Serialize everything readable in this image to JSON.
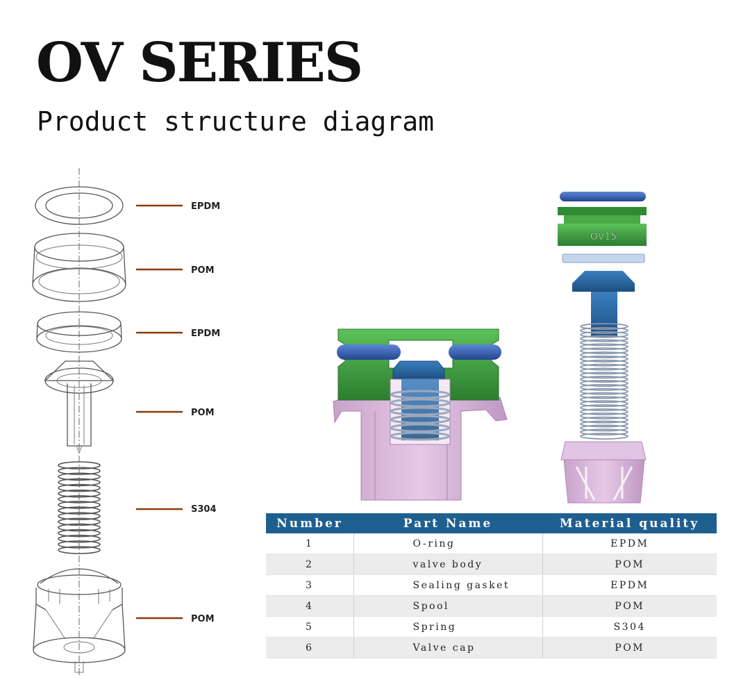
{
  "header": {
    "title": "OV SERIES",
    "subtitle": "Product structure diagram"
  },
  "exploded_view": {
    "callouts": [
      "EPDM",
      "POM",
      "EPDM",
      "POM",
      "S304",
      "POM"
    ]
  },
  "model_label": "OV15",
  "colors": {
    "table_header": "#1f5f8f",
    "oring_blue": "#2f5aa8",
    "body_green": "#3e9a3a",
    "cap_pink": "#d9b3da",
    "spool_blue": "#2a6fa2",
    "callout_line": "#8a3a10"
  },
  "table": {
    "headers": [
      "Number",
      "Part Name",
      "Material quality"
    ],
    "rows": [
      {
        "number": "1",
        "part": "O-ring",
        "material": "EPDM"
      },
      {
        "number": "2",
        "part": "valve body",
        "material": "POM"
      },
      {
        "number": "3",
        "part": "Sealing gasket",
        "material": "EPDM"
      },
      {
        "number": "4",
        "part": "Spool",
        "material": "POM"
      },
      {
        "number": "5",
        "part": "Spring",
        "material": "S304"
      },
      {
        "number": "6",
        "part": "Valve cap",
        "material": "POM"
      }
    ]
  }
}
